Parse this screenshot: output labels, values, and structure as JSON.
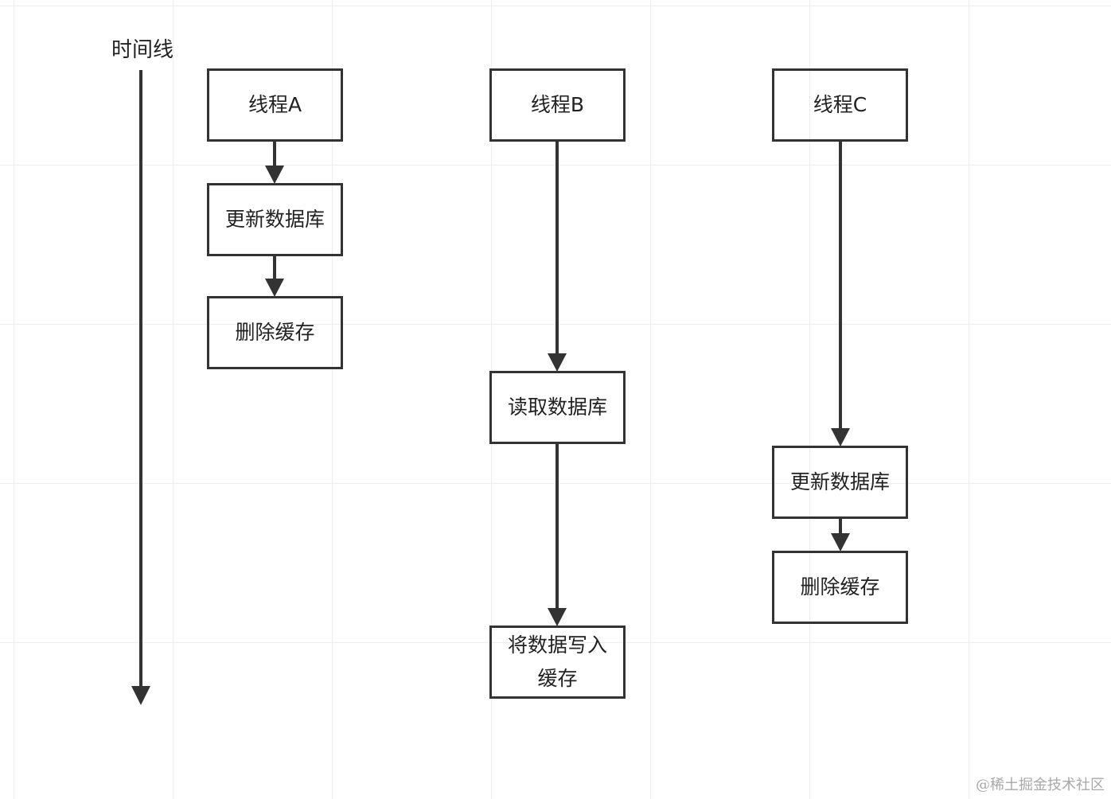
{
  "timeline": {
    "label": "时间线"
  },
  "thread_a": {
    "title": "线程A",
    "steps": [
      "更新数据库",
      "删除缓存"
    ]
  },
  "thread_b": {
    "title": "线程B",
    "steps": [
      "读取数据库",
      "将数据写入缓存"
    ],
    "step_2_lines": [
      "将数据写入",
      "缓存"
    ]
  },
  "thread_c": {
    "title": "线程C",
    "steps": [
      "更新数据库",
      "删除缓存"
    ]
  },
  "watermark": "@稀土掘金技术社区",
  "colors": {
    "stroke": "#333333",
    "text": "#222222",
    "grid": "#ececec",
    "watermark": "#a8a8a8"
  }
}
